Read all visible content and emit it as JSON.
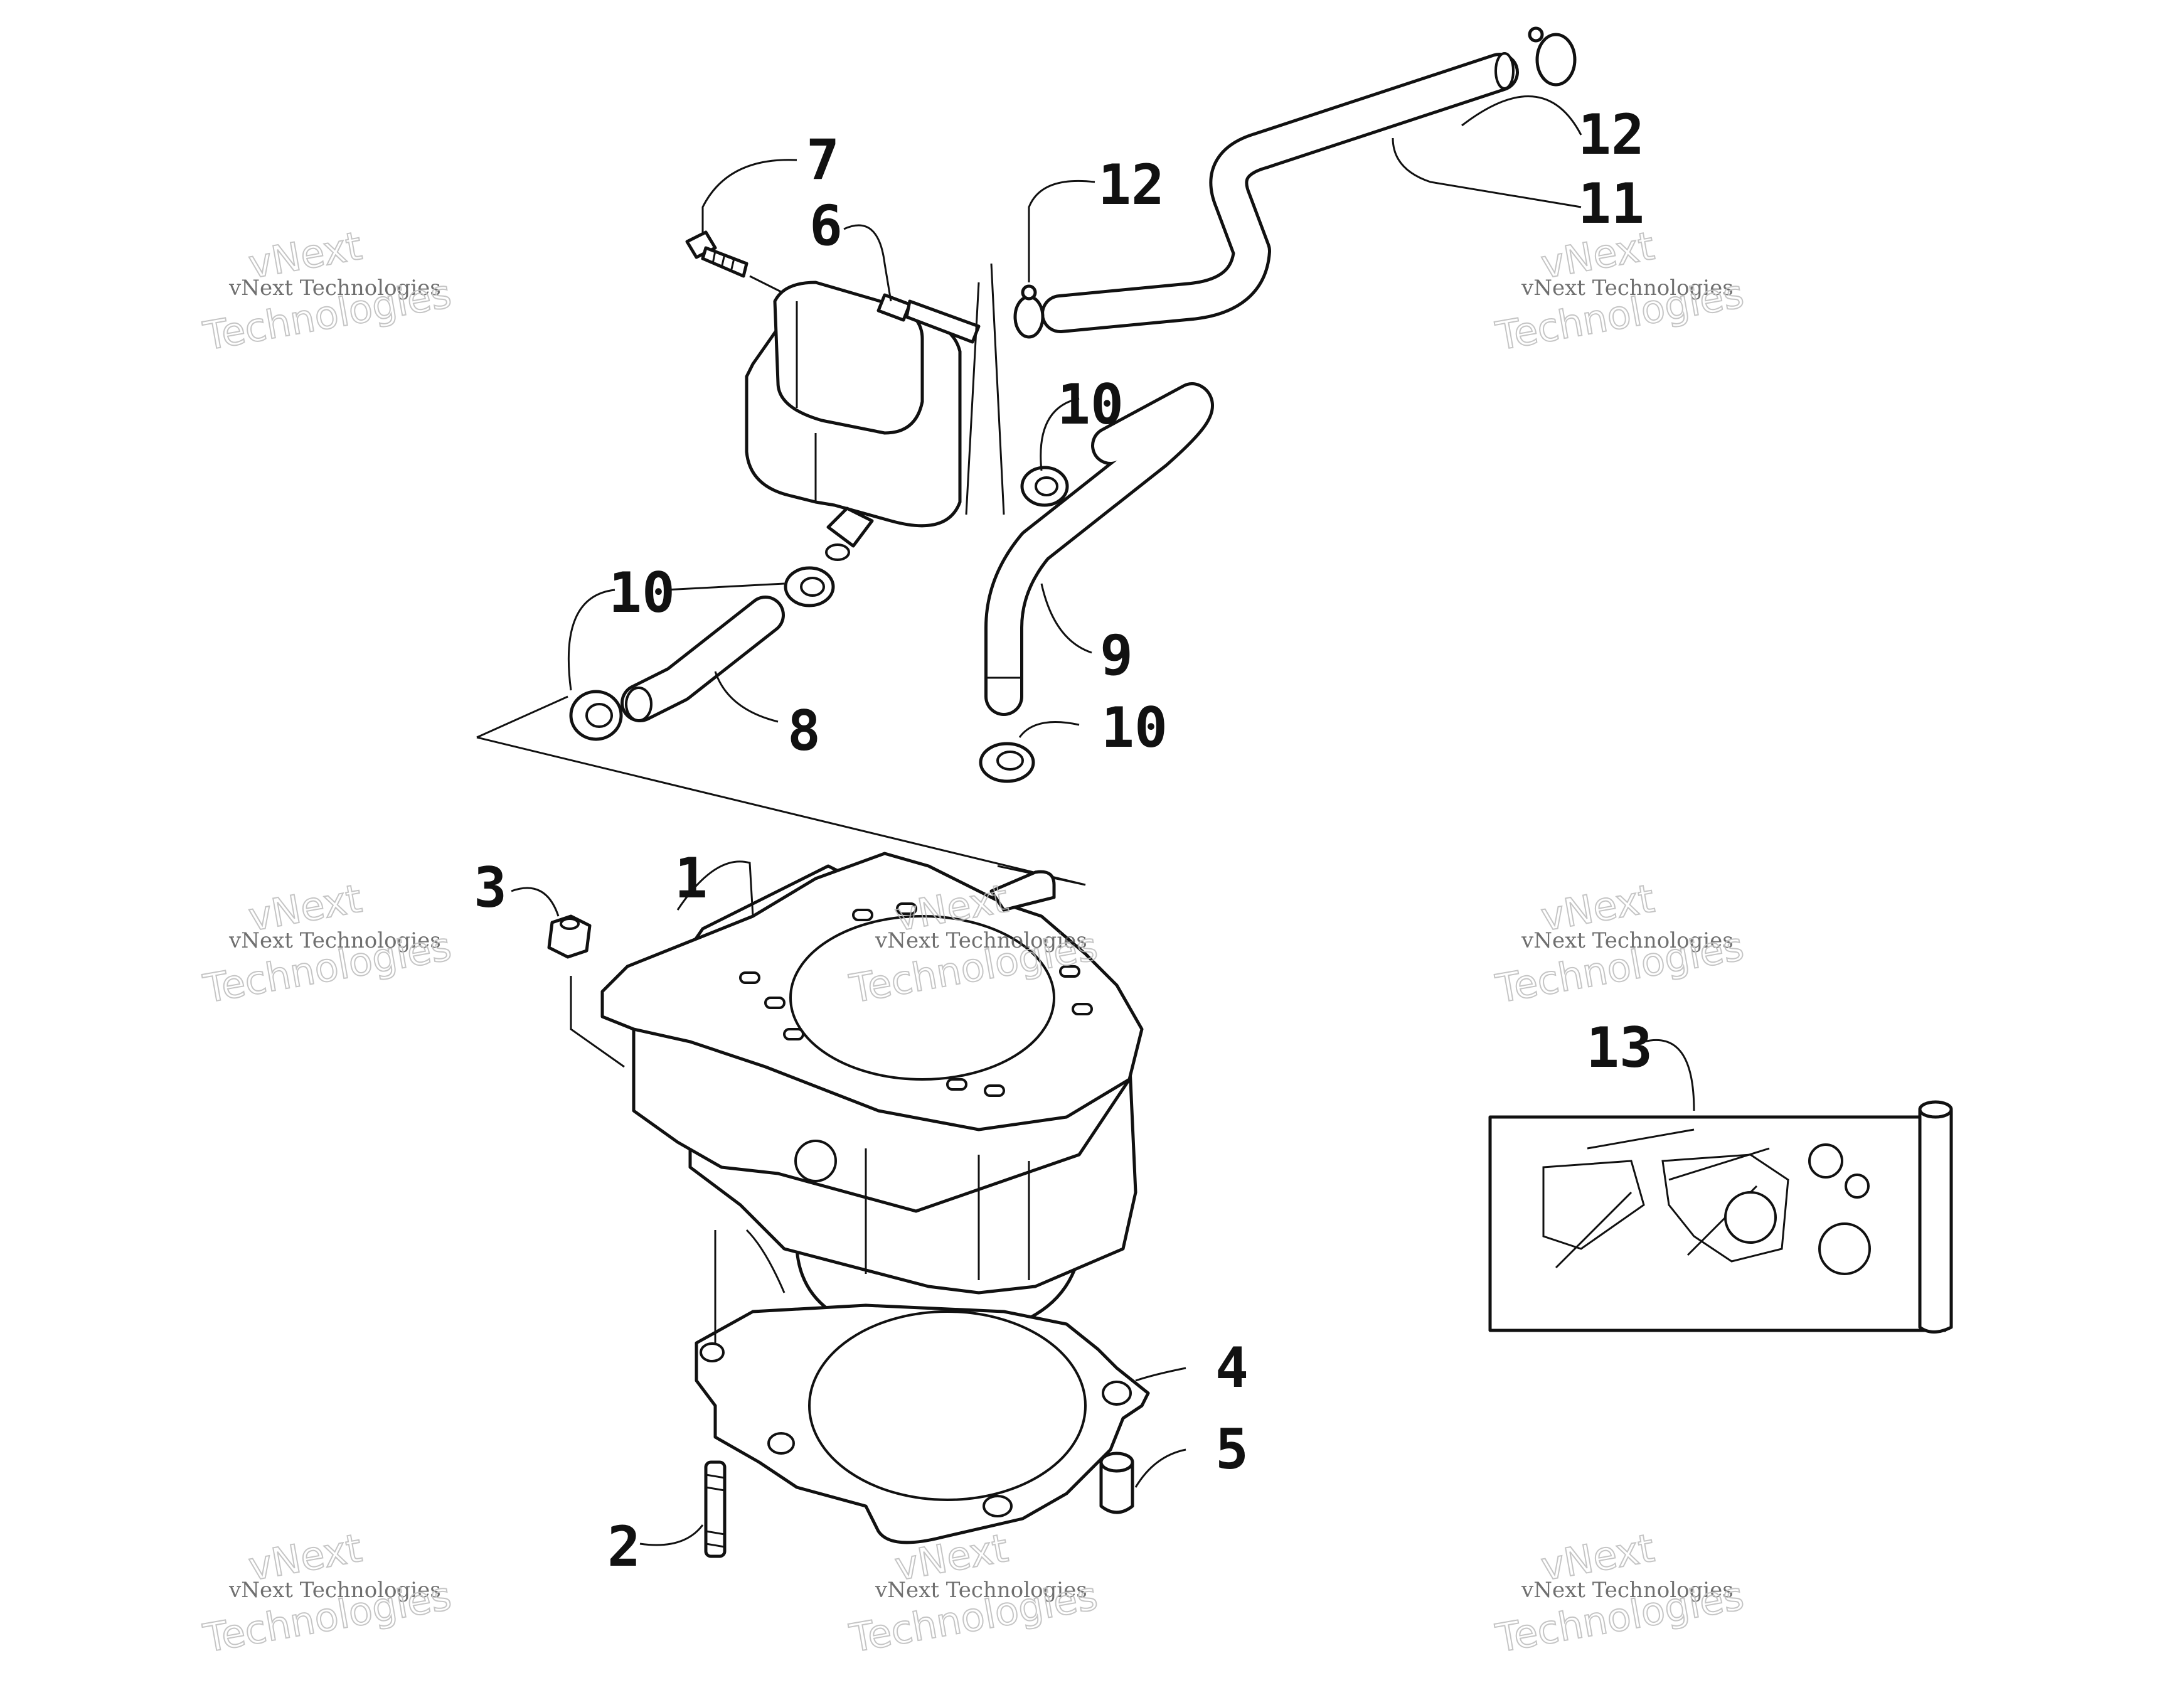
{
  "callouts": {
    "c1": "1",
    "c2": "2",
    "c3": "3",
    "c4": "4",
    "c5": "5",
    "c6": "6",
    "c7": "7",
    "c8": "8",
    "c9": "9",
    "c10a": "10",
    "c10b": "10",
    "c10c": "10",
    "c11": "11",
    "c12a": "12",
    "c12b": "12",
    "c13": "13"
  },
  "watermark": {
    "line1": "vNext Technologies",
    "line2": "vNext",
    "line3": "Technologies"
  }
}
